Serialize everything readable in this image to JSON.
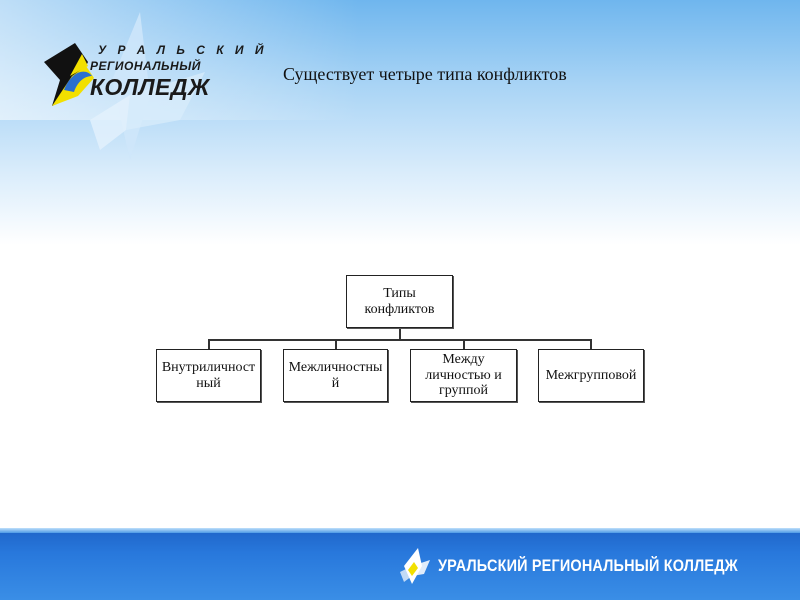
{
  "logo": {
    "line1": "У Р А Л Ь С К И Й",
    "line2": "РЕГИОНАЛЬНЫЙ",
    "line3": "КОЛЛЕДЖ"
  },
  "slide": {
    "title": "Существует четыре типа конфликтов"
  },
  "diagram": {
    "root": "Типы конфликтов",
    "children": [
      "Внутриличност ный",
      "Межличностны й",
      "Между личностью и группой",
      "Межгрупповой"
    ]
  },
  "footer": {
    "brand": "УРАЛЬСКИЙ РЕГИОНАЛЬНЫЙ КОЛЛЕДЖ"
  },
  "colors": {
    "footer_blue": "#2878dc",
    "logo_yellow": "#f2e000",
    "sky_blue": "#6fb6ee"
  }
}
